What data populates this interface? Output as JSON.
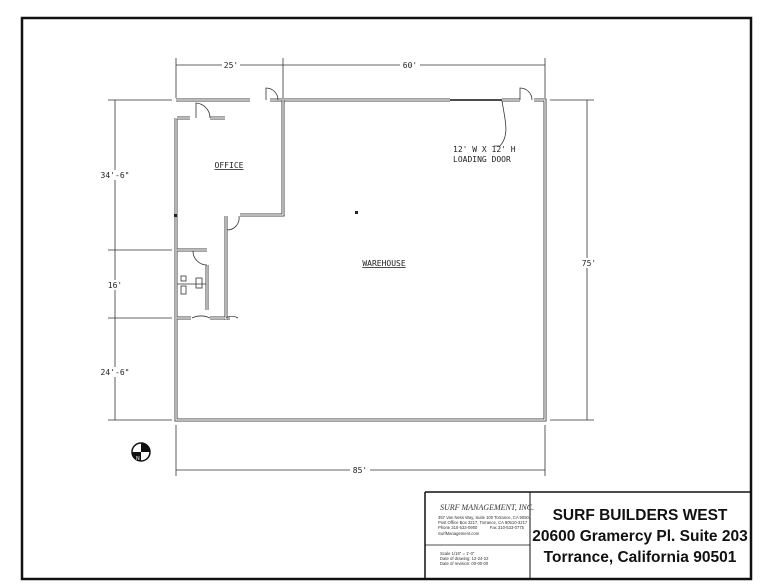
{
  "plan": {
    "dimensions": {
      "top_left": "25'",
      "top_right": "60'",
      "right": "75'",
      "left_upper": "34'-6\"",
      "left_middle": "16'",
      "left_lower": "24'-6\"",
      "bottom": "85'"
    },
    "rooms": {
      "office": "OFFICE",
      "warehouse": "WAREHOUSE"
    },
    "loading_door": {
      "line1": "12' W X 12' H",
      "line2": "LOADING DOOR"
    },
    "north_arrow_label": "N"
  },
  "title_block": {
    "company": "SURF MANAGEMENT, INC.",
    "address_lines": [
      "357 Van Ness Way, Suite 100 Torrance, CA 90501",
      "Post Office Box 3217, Torrance, CA 90510-3217"
    ],
    "phone": "Phone 310-533-0900",
    "fax": "Fax 310-533-0775",
    "website": "SurfManagement.com",
    "scale": "Scale 1/16\" = 1'-0\"",
    "date_drawing": "Date of drawing: 12-24-22",
    "date_revision": "Date of revision: 00-00-00",
    "title": "SURF BUILDERS WEST",
    "address": "20600 Gramercy Pl. Suite 203",
    "city": "Torrance, California 90501"
  }
}
